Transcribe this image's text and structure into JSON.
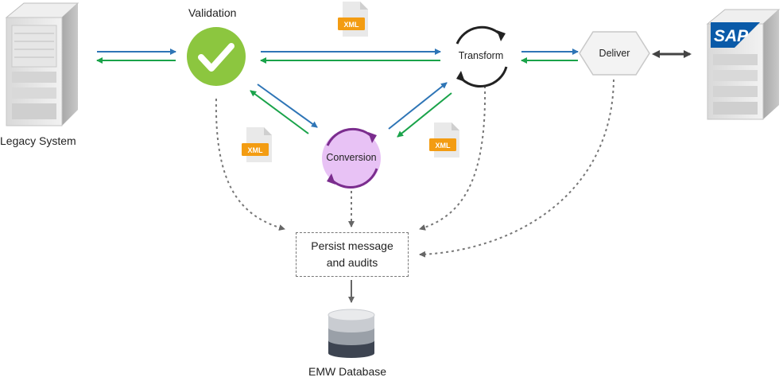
{
  "legacy_label": "Legacy System",
  "validation_label": "Validation",
  "transform_label": "Transform",
  "deliver_label": "Deliver",
  "conversion_label": "Conversion",
  "persist_line1": "Persist message",
  "persist_line2": "and audits",
  "database_label": "EMW Database",
  "sap_logo_text": "SAP",
  "xml_badges": [
    "XML",
    "XML",
    "XML"
  ],
  "colors": {
    "request_arrow": "#2e75b6",
    "response_arrow": "#1aa34a",
    "validation_fill": "#8cc63f",
    "conversion_fill": "#e8c2f5",
    "conversion_ring": "#7b2d8e",
    "xml_orange": "#f39c12",
    "dotted": "#777777",
    "sap_blue": "#0a5aa8"
  }
}
